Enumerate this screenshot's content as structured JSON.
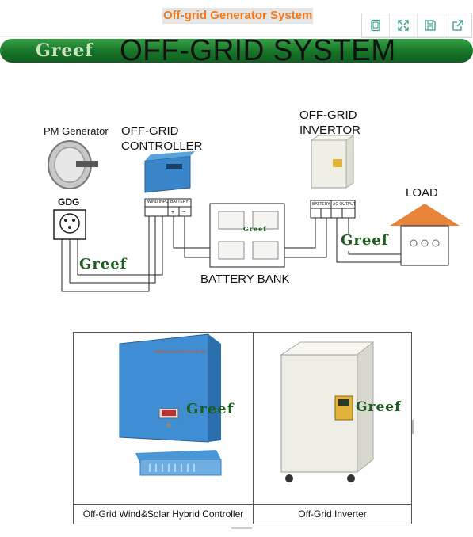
{
  "page": {
    "title": "Off-grid Generator System"
  },
  "toolbar": {
    "buttons": [
      {
        "icon": "tablet-icon"
      },
      {
        "icon": "fullscreen-icon"
      },
      {
        "icon": "save-icon"
      },
      {
        "icon": "share-icon"
      }
    ]
  },
  "banner": {
    "logo": "Greef",
    "title": "OFF-GRID SYSTEM"
  },
  "diagram": {
    "pm_generator_label": "PM Generator",
    "gdg_label": "GDG",
    "controller_label_line1": "OFF-GRID",
    "controller_label_line2": "CONTROLLER",
    "controller_terminals": {
      "wind_input": "WIND INPUT",
      "battery": "BATTERY"
    },
    "battery_bank_label": "BATTERY BANK",
    "battery_logo": "Greef",
    "inverter_label_line1": "OFF-GRID",
    "inverter_label_line2": "INVERTOR",
    "inverter_terminals": {
      "battery": "BATTERY",
      "ac_output": "AC OUTPUT"
    },
    "load_label": "LOAD",
    "logo_left": "Greef",
    "logo_right": "Greef",
    "colors": {
      "roof": "#e8833a",
      "controller": "#3a86c8",
      "inverter": "#efefe6"
    }
  },
  "products": {
    "items": [
      {
        "caption": "Off-Grid Wind&Solar Hybrid Controller",
        "logo": "Greef",
        "panel_text": "Wind&Solar Hybrid Controller"
      },
      {
        "caption": "Off-Grid Inverter",
        "logo": "Greef"
      }
    ]
  }
}
